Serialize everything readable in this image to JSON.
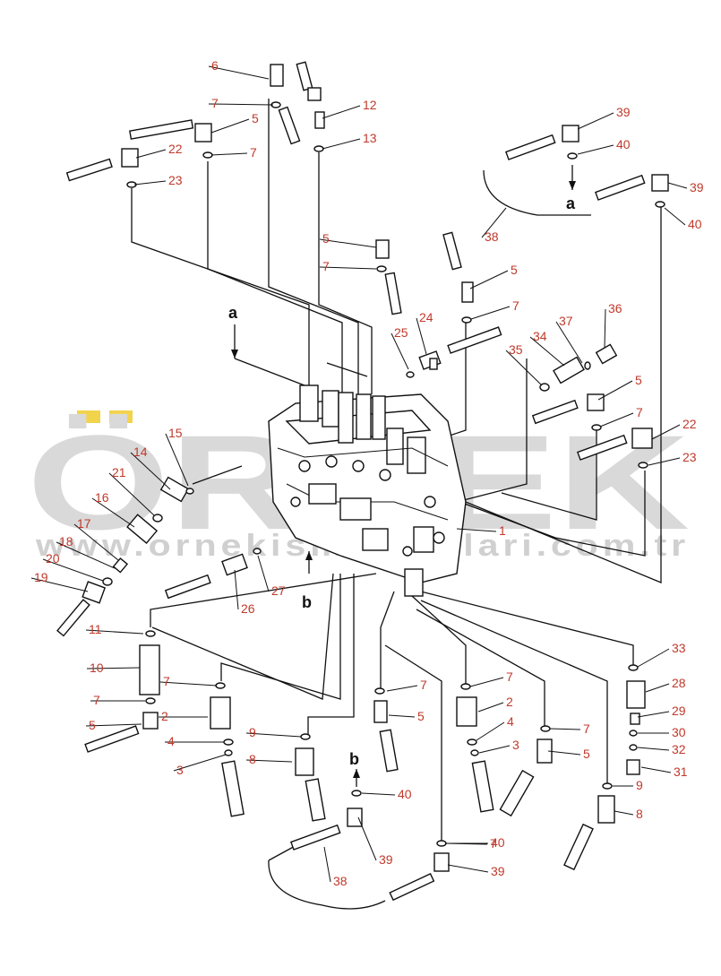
{
  "watermark": {
    "brand": "ÖRNEK",
    "site": "www.ornekismakinalari.com.tr"
  },
  "view_letters": [
    "a",
    "a",
    "b",
    "b"
  ],
  "callouts": [
    "6",
    "7",
    "5",
    "12",
    "13",
    "22",
    "7",
    "23",
    "39",
    "40",
    "39",
    "40",
    "38",
    "5",
    "7",
    "5",
    "7",
    "24",
    "25",
    "36",
    "37",
    "34",
    "35",
    "5",
    "7",
    "22",
    "23",
    "15",
    "14",
    "21",
    "16",
    "17",
    "18",
    "20",
    "19",
    "1",
    "27",
    "26",
    "11",
    "10",
    "7",
    "7",
    "5",
    "2",
    "4",
    "3",
    "7",
    "9",
    "8",
    "7",
    "5",
    "40",
    "39",
    "38",
    "7",
    "2",
    "4",
    "3",
    "7",
    "5",
    "40",
    "39",
    "33",
    "28",
    "29",
    "30",
    "32",
    "31",
    "9",
    "8"
  ],
  "colors": {
    "callout": "#c0392b",
    "linework": "#111111",
    "watermark": "#d9d9d9",
    "watermark_accent": "#f2d34c"
  }
}
